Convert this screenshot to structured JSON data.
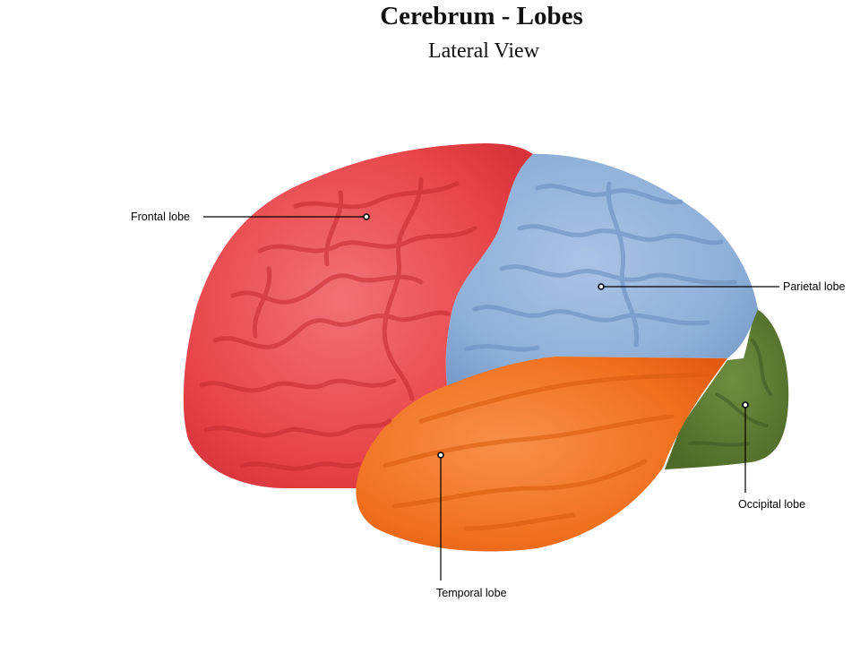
{
  "title": "Cerebrum - Lobes",
  "subtitle": "Lateral View",
  "lobes": {
    "frontal": {
      "label": "Frontal lobe",
      "color": "#e8464a"
    },
    "parietal": {
      "label": "Parietal lobe",
      "color": "#8fb0d8"
    },
    "temporal": {
      "label": "Temporal lobe",
      "color": "#f0701e"
    },
    "occipital": {
      "label": "Occipital lobe",
      "color": "#5d7a32"
    }
  }
}
